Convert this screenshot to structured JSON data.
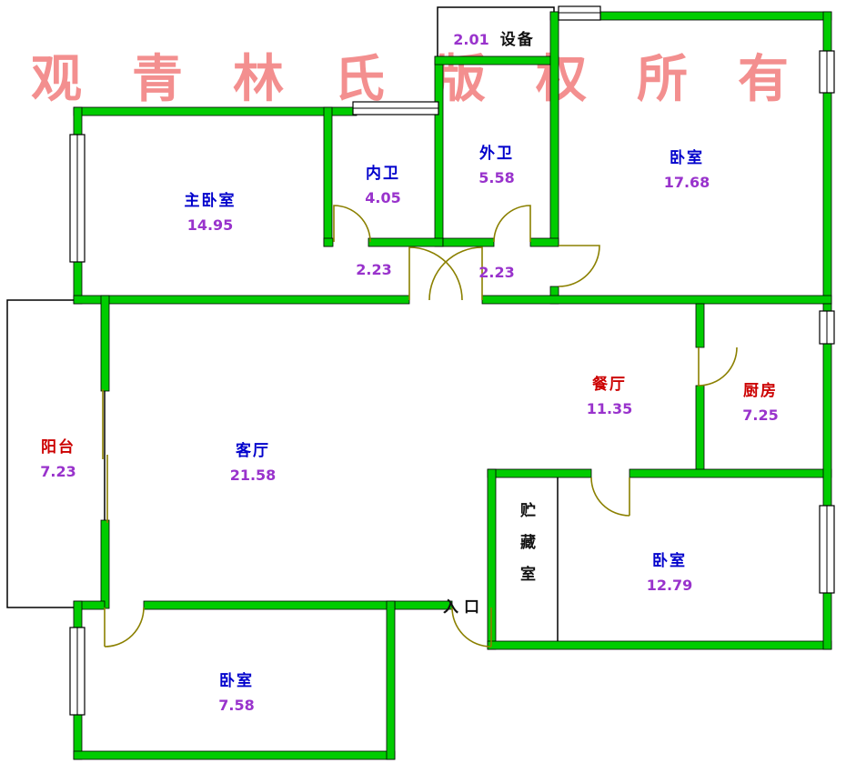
{
  "watermark": {
    "text": "观青林氏版权所有"
  },
  "palette": {
    "wall_green": "#00cc00",
    "room_name_blue": "#0000cc",
    "room_name_red": "#cc0000",
    "area_purple": "#9933cc",
    "door_arc_olive": "#8b8000",
    "watermark_pink": "#f07373"
  },
  "rooms": {
    "equipment": {
      "label": "设备",
      "area": "2.01"
    },
    "inner_bath": {
      "label": "内卫",
      "area": "4.05"
    },
    "outer_bath": {
      "label": "外卫",
      "area": "5.58"
    },
    "master_bedroom": {
      "label": "主卧室",
      "area": "14.95"
    },
    "bedroom_top_right": {
      "label": "卧室",
      "area": "17.68"
    },
    "hall_left": {
      "area": "2.23"
    },
    "hall_right": {
      "area": "2.23"
    },
    "balcony": {
      "label": "阳台",
      "area": "7.23"
    },
    "living_room": {
      "label": "客厅",
      "area": "21.58"
    },
    "dining_room": {
      "label": "餐厅",
      "area": "11.35"
    },
    "kitchen": {
      "label": "厨房",
      "area": "7.25"
    },
    "storage": {
      "label": "贮藏室"
    },
    "bedroom_right": {
      "label": "卧室",
      "area": "12.79"
    },
    "bedroom_bottom": {
      "label": "卧室",
      "area": "7.58"
    },
    "entrance": {
      "label": "入口"
    }
  }
}
